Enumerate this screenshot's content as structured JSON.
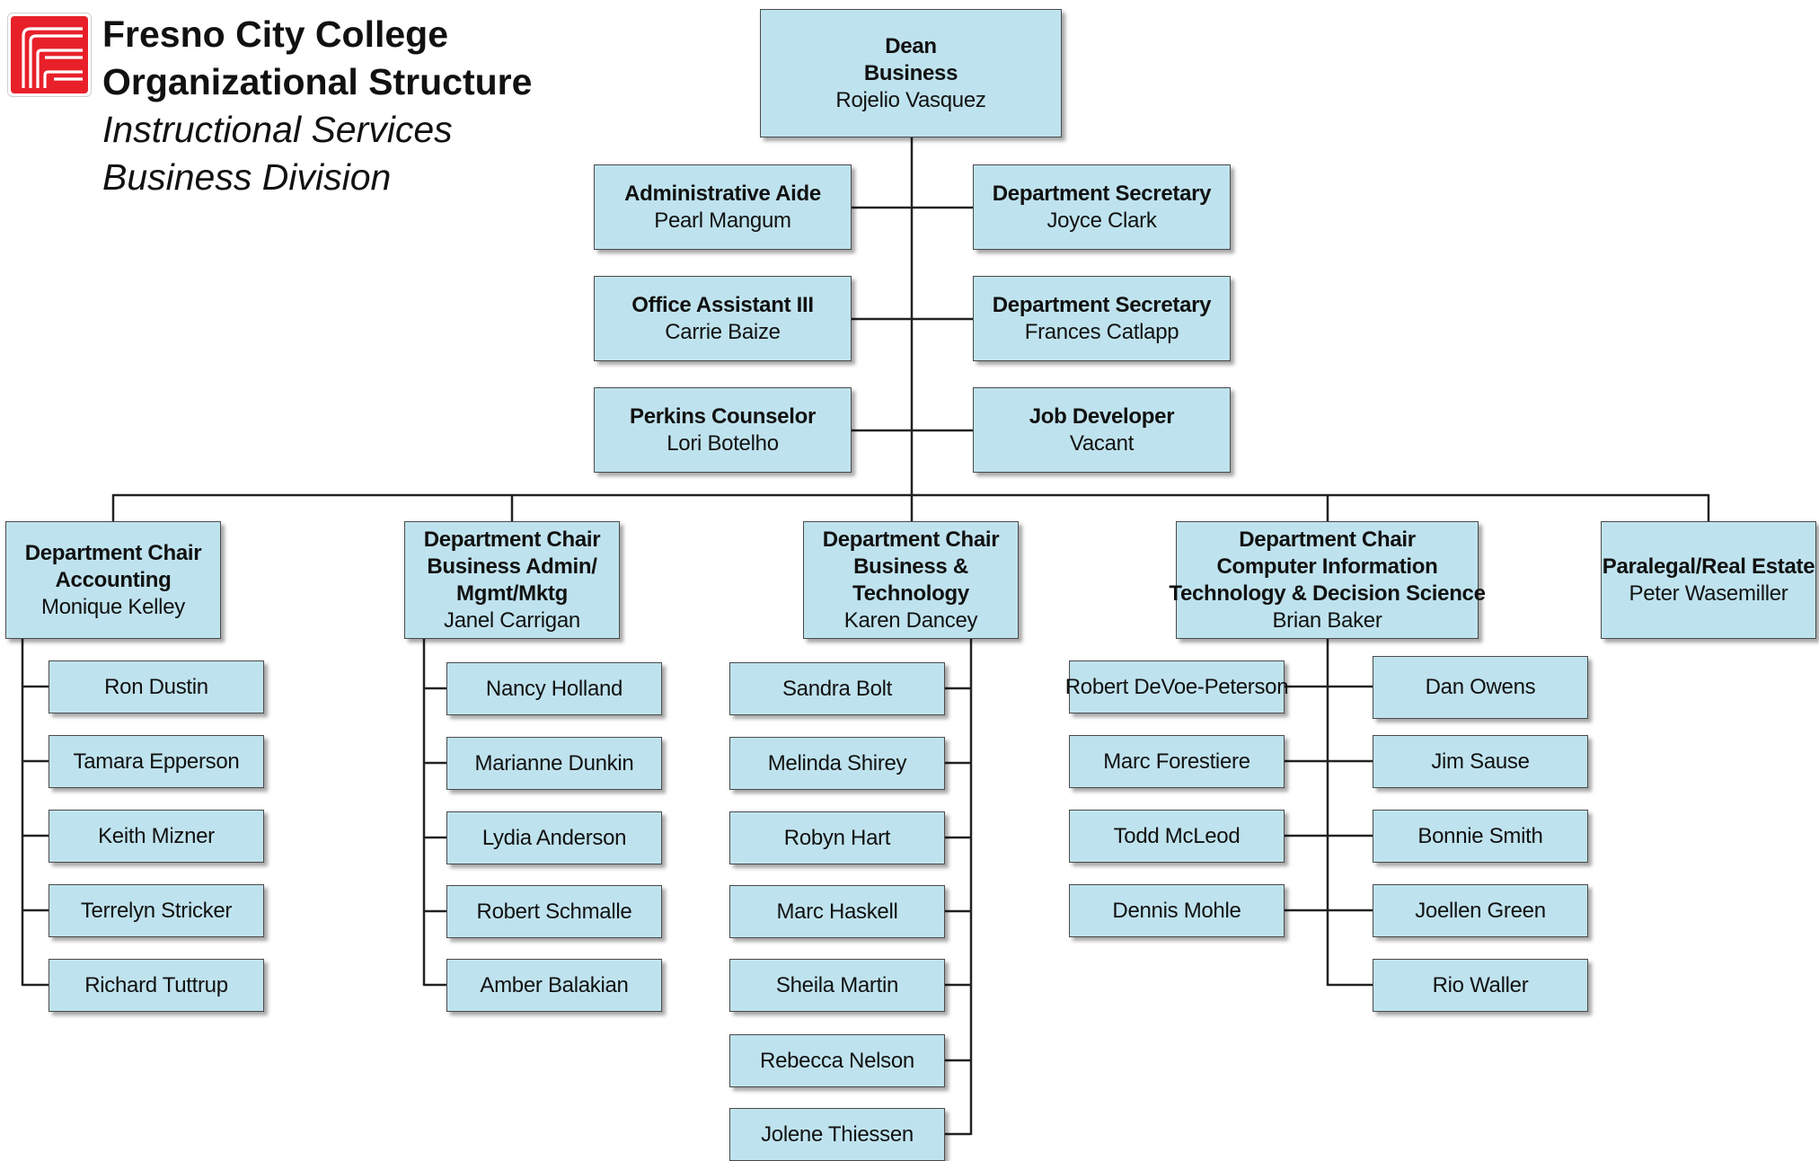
{
  "header": {
    "title_line1": "Fresno City College",
    "title_line2": "Organizational Structure",
    "subtitle_line1": "Instructional Services",
    "subtitle_line2": "Business Division"
  },
  "logo": {
    "icon": "fresno-city-college-logo",
    "color": "#e8202a"
  },
  "colors": {
    "box_fill": "#bfe3ee",
    "box_border": "#4a4a4a",
    "line": "#222222"
  },
  "dean": {
    "titles": [
      "Dean",
      "Business"
    ],
    "name": "Rojelio Vasquez"
  },
  "staff_left": [
    {
      "title": "Administrative Aide",
      "name": "Pearl Mangum"
    },
    {
      "title": "Office Assistant III",
      "name": "Carrie Baize"
    },
    {
      "title": "Perkins Counselor",
      "name": "Lori Botelho"
    }
  ],
  "staff_right": [
    {
      "title": "Department Secretary",
      "name": "Joyce Clark"
    },
    {
      "title": "Department Secretary",
      "name": "Frances Catlapp"
    },
    {
      "title": "Job Developer",
      "name": "Vacant"
    }
  ],
  "chairs": [
    {
      "titles": [
        "Department Chair",
        "Accounting"
      ],
      "name": "Monique Kelley"
    },
    {
      "titles": [
        "Department Chair",
        "Business Admin/",
        "Mgmt/Mktg"
      ],
      "name": "Janel Carrigan"
    },
    {
      "titles": [
        "Department Chair",
        "Business &",
        "Technology"
      ],
      "name": "Karen Dancey"
    },
    {
      "titles": [
        "Department Chair",
        "Computer Information",
        "Technology & Decision Science"
      ],
      "name": "Brian Baker"
    },
    {
      "titles": [
        "Paralegal/Real Estate"
      ],
      "name": "Peter Wasemiller"
    }
  ],
  "members": {
    "accounting": [
      "Ron Dustin",
      "Tamara Epperson",
      "Keith Mizner",
      "Terrelyn Stricker",
      "Richard Tuttrup"
    ],
    "business_admin": [
      "Nancy Holland",
      "Marianne Dunkin",
      "Lydia Anderson",
      "Robert Schmalle",
      "Amber Balakian"
    ],
    "business_tech": [
      "Sandra Bolt",
      "Melinda Shirey",
      "Robyn Hart",
      "Marc Haskell",
      "Sheila Martin",
      "Rebecca Nelson",
      "Jolene Thiessen"
    ],
    "cit_left": [
      "Robert DeVoe-Peterson",
      "Marc Forestiere",
      "Todd McLeod",
      "Dennis Mohle"
    ],
    "cit_right": [
      "Dan Owens",
      "Jim Sause",
      "Bonnie Smith",
      "Joellen Green",
      "Rio Waller"
    ]
  }
}
